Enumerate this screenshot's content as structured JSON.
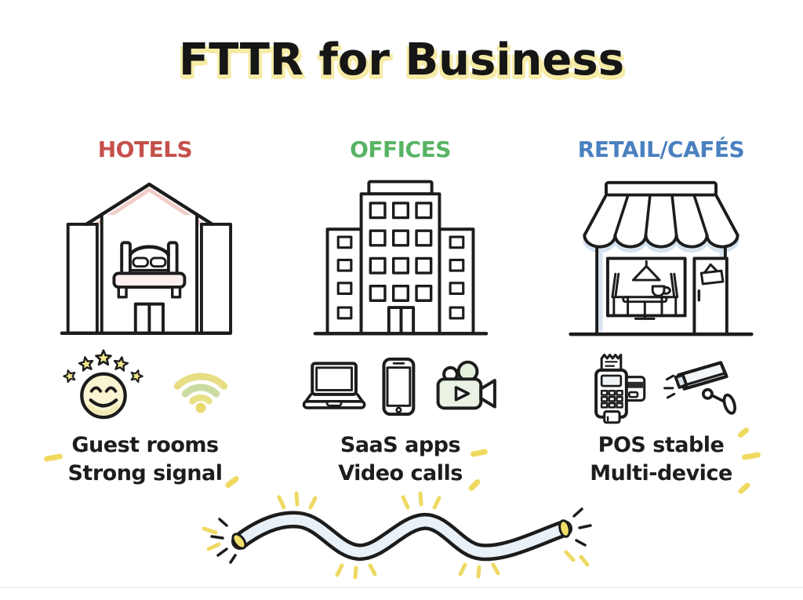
{
  "title": "FTTR for Business",
  "columns": [
    {
      "label": "HOTELS",
      "color": "#c5504b",
      "illustration": "hotel-building",
      "icons": [
        "five-stars",
        "smiley-face",
        "wifi-signal"
      ],
      "benefits": [
        "Guest rooms",
        "Strong signal"
      ]
    },
    {
      "label": "OFFICES",
      "color": "#58b464",
      "illustration": "office-building",
      "icons": [
        "laptop",
        "smartphone",
        "video-camera"
      ],
      "benefits": [
        "SaaS apps",
        "Video calls"
      ]
    },
    {
      "label": "RETAIL/CAFÉS",
      "color": "#4a80bf",
      "illustration": "cafe-storefront",
      "icons": [
        "pos-terminal",
        "security-camera"
      ],
      "benefits": [
        "POS stable",
        "Multi-device"
      ]
    }
  ],
  "footer_illustration": "glowing-fiber-cable",
  "palette": {
    "ink": "#1c1c1c",
    "title_highlight": "#f6eba6",
    "accent_yellow": "#f0d960",
    "hotel_shade": "#f2cdc7",
    "office_shade": "#d9e9d5",
    "retail_shade": "#d5e3f0",
    "cable_core": "#e9f1f8",
    "star_fill": "#f3e88c",
    "face_fill": "#fbf4d2"
  }
}
